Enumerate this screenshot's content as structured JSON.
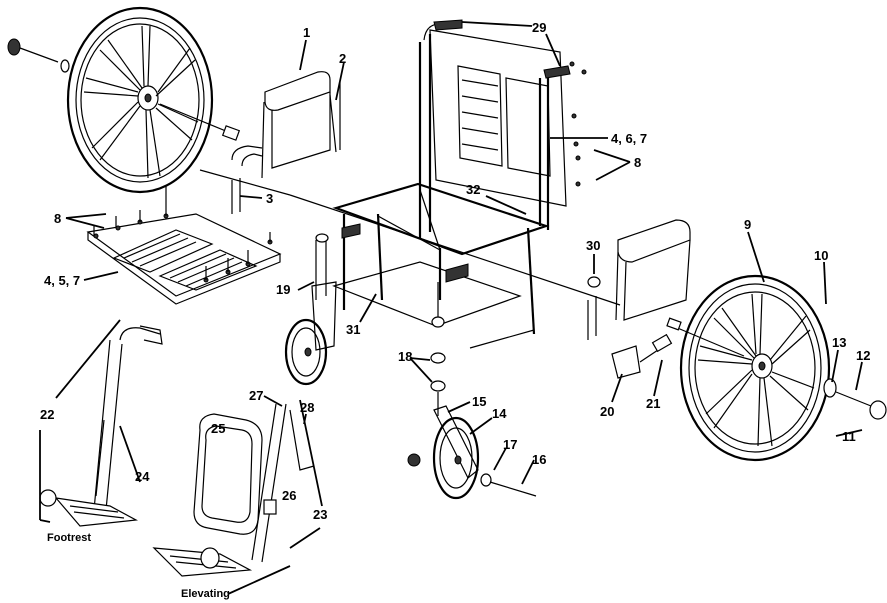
{
  "labels": [
    {
      "text": "1"
    },
    {
      "text": "2"
    },
    {
      "text": "3"
    },
    {
      "text": "4, 6, 7"
    },
    {
      "text": "4, 5, 7"
    },
    {
      "text": "8"
    },
    {
      "text": "8"
    },
    {
      "text": "9"
    },
    {
      "text": "10"
    },
    {
      "text": "11"
    },
    {
      "text": "12"
    },
    {
      "text": "13"
    },
    {
      "text": "14"
    },
    {
      "text": "15"
    },
    {
      "text": "16"
    },
    {
      "text": "17"
    },
    {
      "text": "18"
    },
    {
      "text": "19"
    },
    {
      "text": "20"
    },
    {
      "text": "21"
    },
    {
      "text": "22"
    },
    {
      "text": "23"
    },
    {
      "text": "24"
    },
    {
      "text": "25"
    },
    {
      "text": "26"
    },
    {
      "text": "27"
    },
    {
      "text": "28"
    },
    {
      "text": "29"
    },
    {
      "text": "30"
    },
    {
      "text": "31"
    },
    {
      "text": "32"
    }
  ],
  "captions": {
    "footrest": "Footrest",
    "elevating": "Elevating"
  }
}
